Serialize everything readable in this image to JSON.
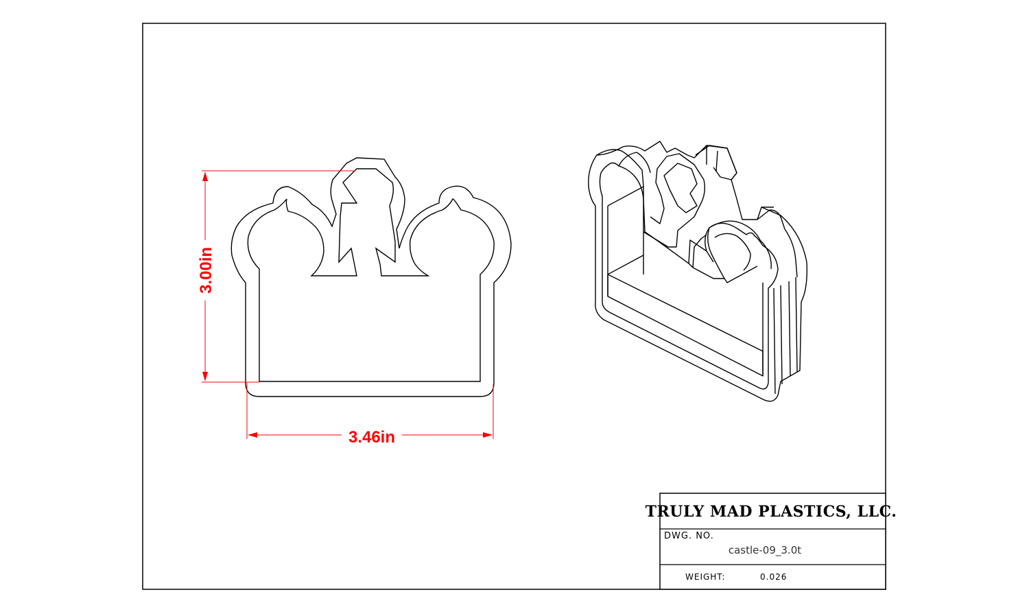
{
  "dimensions": {
    "height_label": "3.00in",
    "width_label": "3.46in"
  },
  "title_block": {
    "company": "TRULY MAD PLASTICS, LLC.",
    "dwg_no_label": "DWG. NO.",
    "dwg_no_value": "castle-09_3.0t",
    "weight_label": "WEIGHT:",
    "weight_value": "0.026"
  },
  "colors": {
    "dimension": "#ff0000",
    "line": "#000000",
    "paper": "#ffffff"
  }
}
